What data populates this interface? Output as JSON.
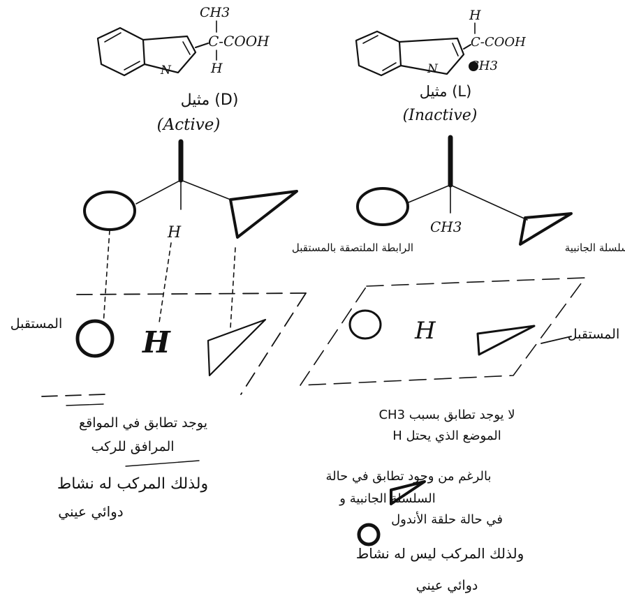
{
  "colors": {
    "ink": "#111111",
    "paper": "#ffffff"
  },
  "left_molecule": {
    "top_group": "CH3",
    "carbon_cooh": "C-COOH",
    "bottom_group": "H",
    "ring_n": "N",
    "name": "(D) ﻣﺜﻴﻞ",
    "activity": "(Active)"
  },
  "right_molecule": {
    "top_group": "H",
    "carbon_cooh": "C-COOH",
    "bottom_group": "CH3",
    "ring_n": "N",
    "name": "(L) ﻣﺜﻴﻞ",
    "activity": "(Inactive)"
  },
  "left_model": {
    "center_label": "H"
  },
  "right_model": {
    "center_label": "CH3",
    "ring_note": "ﺍﻟﺮﺍﺑﻄﺔ ﺍﻟﻤﻠﺘﺼﻘﺔ ﺑﺎﻟﻤﺴﺘﻘﺒﻞ",
    "chain_note": "ﺍﻟﺴﻠﺴﻠﺔ ﺍﻟﺠﺎﻧﺒﻴﺔ"
  },
  "left_receptor": {
    "label": "ﺍﻟﻤﺴﺘﻘﺒﻞ",
    "h_label": "H"
  },
  "right_receptor": {
    "label": "ﺍﻟﻤﺴﺘﻘﺒﻞ",
    "h_label": "H"
  },
  "left_notes": [
    "ﻳﻮﺟﺪ ﺗﻄﺎﺑﻖ ﻓﻲ ﺍﻟﻤﻮﺍﻗﻊ",
    "ﺍﻟﻤﺮﺍﻓﻖ ﻟﻠﺮﻛﺐ",
    "ﻭﻟﺬﻟﻚ ﺍﻟﻤﺮﻛﺐ ﻟﻪ ﻧﺸﺎﻁ",
    "ﺩﻭﺍﺋﻲ ﻋﻴﻨﻲ"
  ],
  "right_notes": [
    "ﻻ ﻳﻮﺟﺪ ﺗﻄﺎﺑﻖ ﺑﺴﺒﺐ CH3",
    "ﺍﻟﻤﻮﺿﻊ ﺍﻟﺬﻱ ﻳﺤﺘﻞ H",
    "ﺑﺎﻟﺮﻏﻢ ﻣﻦ ﻭﺟﻮﺩ ﺗﻄﺎﺑﻖ ﻓﻲ ﺣﺎﻟﺔ",
    "ﺍﻟﺴﻠﺴﻠﺔ ﺍﻟﺠﺎﻧﺒﻴﺔ ﻭ",
    "ﻓﻲ ﺣﺎﻟﺔ ﺣﻠﻘﺔ ﺍﻷﻧﺪﻭﻝ",
    "ﻭﻟﺬﻟﻚ ﺍﻟﻤﺮﻛﺐ ﻟﻴﺲ ﻟﻪ ﻧﺸﺎﻁ",
    "ﺩﻭﺍﺋﻲ ﻋﻴﻨﻲ"
  ]
}
